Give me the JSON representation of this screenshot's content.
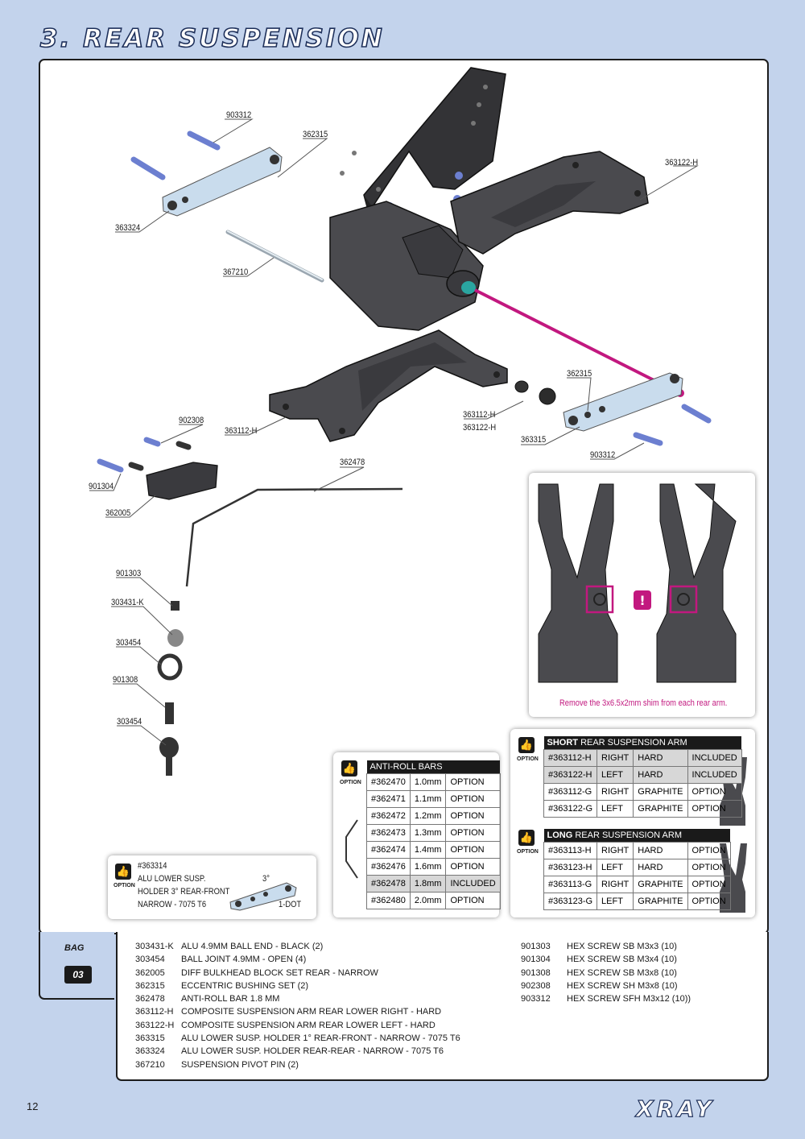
{
  "title": "3. REAR SUSPENSION",
  "page_number": "12",
  "brand": "XRAY",
  "callouts": [
    {
      "id": "c1",
      "text": "903312"
    },
    {
      "id": "c2",
      "text": "362315"
    },
    {
      "id": "c3",
      "text": "363122-H"
    },
    {
      "id": "c4",
      "text": "363324"
    },
    {
      "id": "c5",
      "text": "367210"
    },
    {
      "id": "c6",
      "text": "362315"
    },
    {
      "id": "c7",
      "text": "363112-H"
    },
    {
      "id": "c8",
      "text": "363122-H"
    },
    {
      "id": "c9",
      "text": "902308"
    },
    {
      "id": "c10",
      "text": "363112-H"
    },
    {
      "id": "c11",
      "text": "363315"
    },
    {
      "id": "c12",
      "text": "903312"
    },
    {
      "id": "c13",
      "text": "362478"
    },
    {
      "id": "c14",
      "text": "901304"
    },
    {
      "id": "c15",
      "text": "362005"
    },
    {
      "id": "c16",
      "text": "901303"
    },
    {
      "id": "c17",
      "text": "303431-K"
    },
    {
      "id": "c18",
      "text": "303454"
    },
    {
      "id": "c19",
      "text": "901308"
    },
    {
      "id": "c20",
      "text": "303454"
    }
  ],
  "shim_note": "Remove the 3x6.5x2mm shim from each rear arm.",
  "option_label": "OPTION",
  "anti_roll": {
    "title": "ANTI-ROLL BARS",
    "rows": [
      [
        "#362470",
        "1.0mm",
        "OPTION"
      ],
      [
        "#362471",
        "1.1mm",
        "OPTION"
      ],
      [
        "#362472",
        "1.2mm",
        "OPTION"
      ],
      [
        "#362473",
        "1.3mm",
        "OPTION"
      ],
      [
        "#362474",
        "1.4mm",
        "OPTION"
      ],
      [
        "#362476",
        "1.6mm",
        "OPTION"
      ],
      [
        "#362478",
        "1.8mm",
        "INCLUDED"
      ],
      [
        "#362480",
        "2.0mm",
        "OPTION"
      ]
    ]
  },
  "short_arm": {
    "title_bold": "SHORT",
    "title_rest": "REAR SUSPENSION ARM",
    "rows": [
      [
        "#363112-H",
        "RIGHT",
        "HARD",
        "INCLUDED"
      ],
      [
        "#363122-H",
        "LEFT",
        "HARD",
        "INCLUDED"
      ],
      [
        "#363112-G",
        "RIGHT",
        "GRAPHITE",
        "OPTION"
      ],
      [
        "#363122-G",
        "LEFT",
        "GRAPHITE",
        "OPTION"
      ]
    ]
  },
  "long_arm": {
    "title_bold": "LONG",
    "title_rest": "REAR SUSPENSION ARM",
    "rows": [
      [
        "#363113-H",
        "RIGHT",
        "HARD",
        "OPTION"
      ],
      [
        "#363123-H",
        "LEFT",
        "HARD",
        "OPTION"
      ],
      [
        "#363113-G",
        "RIGHT",
        "GRAPHITE",
        "OPTION"
      ],
      [
        "#363123-G",
        "LEFT",
        "GRAPHITE",
        "OPTION"
      ]
    ]
  },
  "holder_option": {
    "code": "#363314",
    "line1": "ALU LOWER SUSP.",
    "line2": "HOLDER 3° REAR-FRONT",
    "line3": "NARROW - 7075 T6",
    "angle": "3°",
    "dot": "1-DOT"
  },
  "bag": {
    "label": "BAG",
    "number": "03"
  },
  "parts_left": [
    [
      "303431-K",
      "ALU 4.9MM BALL END - BLACK (2)"
    ],
    [
      "303454",
      "BALL JOINT 4.9MM - OPEN (4)"
    ],
    [
      "362005",
      "DIFF BULKHEAD BLOCK SET REAR - NARROW"
    ],
    [
      "362315",
      "ECCENTRIC BUSHING SET (2)"
    ],
    [
      "362478",
      "ANTI-ROLL BAR 1.8 MM"
    ],
    [
      "363112-H",
      "COMPOSITE SUSPENSION ARM REAR LOWER RIGHT - HARD"
    ],
    [
      "363122-H",
      "COMPOSITE SUSPENSION ARM REAR LOWER LEFT - HARD"
    ],
    [
      "363315",
      "ALU LOWER SUSP. HOLDER 1° REAR-FRONT - NARROW - 7075 T6"
    ],
    [
      "363324",
      "ALU LOWER SUSP. HOLDER REAR-REAR - NARROW - 7075 T6"
    ],
    [
      "367210",
      "SUSPENSION PIVOT PIN (2)"
    ]
  ],
  "parts_right": [
    [
      "901303",
      "HEX SCREW  SB M3x3  (10)"
    ],
    [
      "901304",
      "HEX SCREW  SB M3x4  (10)"
    ],
    [
      "901308",
      "HEX SCREW  SB M3x8  (10)"
    ],
    [
      "902308",
      "HEX SCREW  SH M3x8  (10)"
    ],
    [
      "903312",
      "HEX SCREW  SFH M3x12  (10))"
    ]
  ],
  "colors": {
    "background": "#c3d3ec",
    "highlight": "#c2187f",
    "screw": "#6c7fd0",
    "part_dark": "#4a4a4e",
    "part_light": "#c9dced"
  }
}
